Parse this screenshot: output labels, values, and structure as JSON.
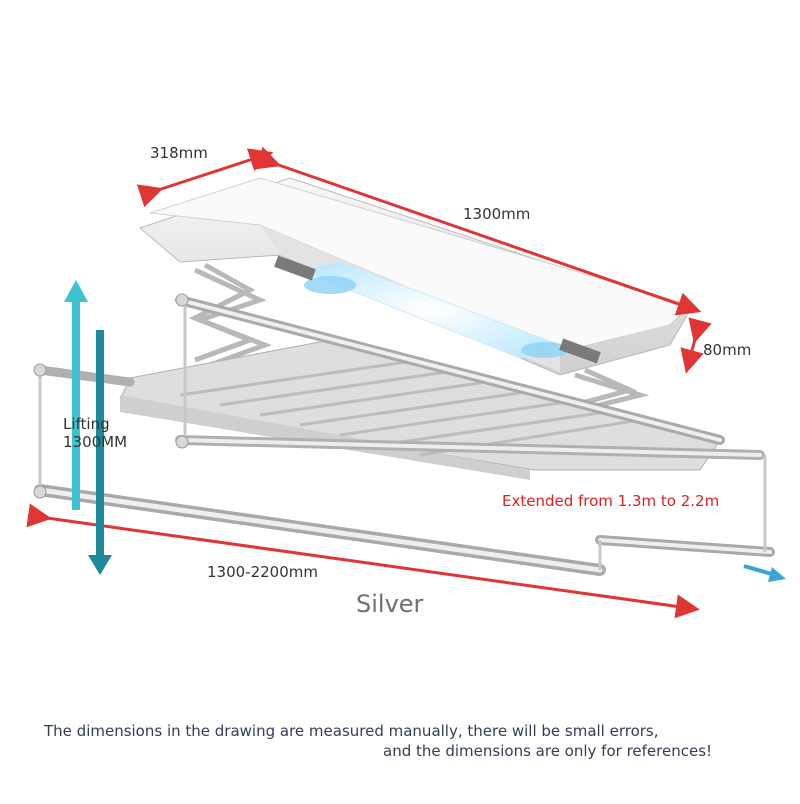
{
  "labels": {
    "depth": "318mm",
    "length": "1300mm",
    "height": "80mm",
    "lifting_line1": "Lifting",
    "lifting_line2": "1300MM",
    "extend_range": "1300-2200mm",
    "extended_note": "Extended from 1.3m to 2.2m",
    "color_name": "Silver"
  },
  "notice": {
    "line1": "The dimensions in the drawing are measured manually, there will be small errors,",
    "line2": "and the dimensions are only for references!"
  },
  "colors": {
    "dimension_arrow": "#e03535",
    "lift_arrow_light": "#3cc3d2",
    "lift_arrow_dark": "#1d8a99",
    "extend_arrow": "#3ba3d6",
    "metal": "#c9c9c9",
    "panel": "#ececec",
    "led": "#9fe2ff",
    "fan": "#8fd4f5"
  }
}
